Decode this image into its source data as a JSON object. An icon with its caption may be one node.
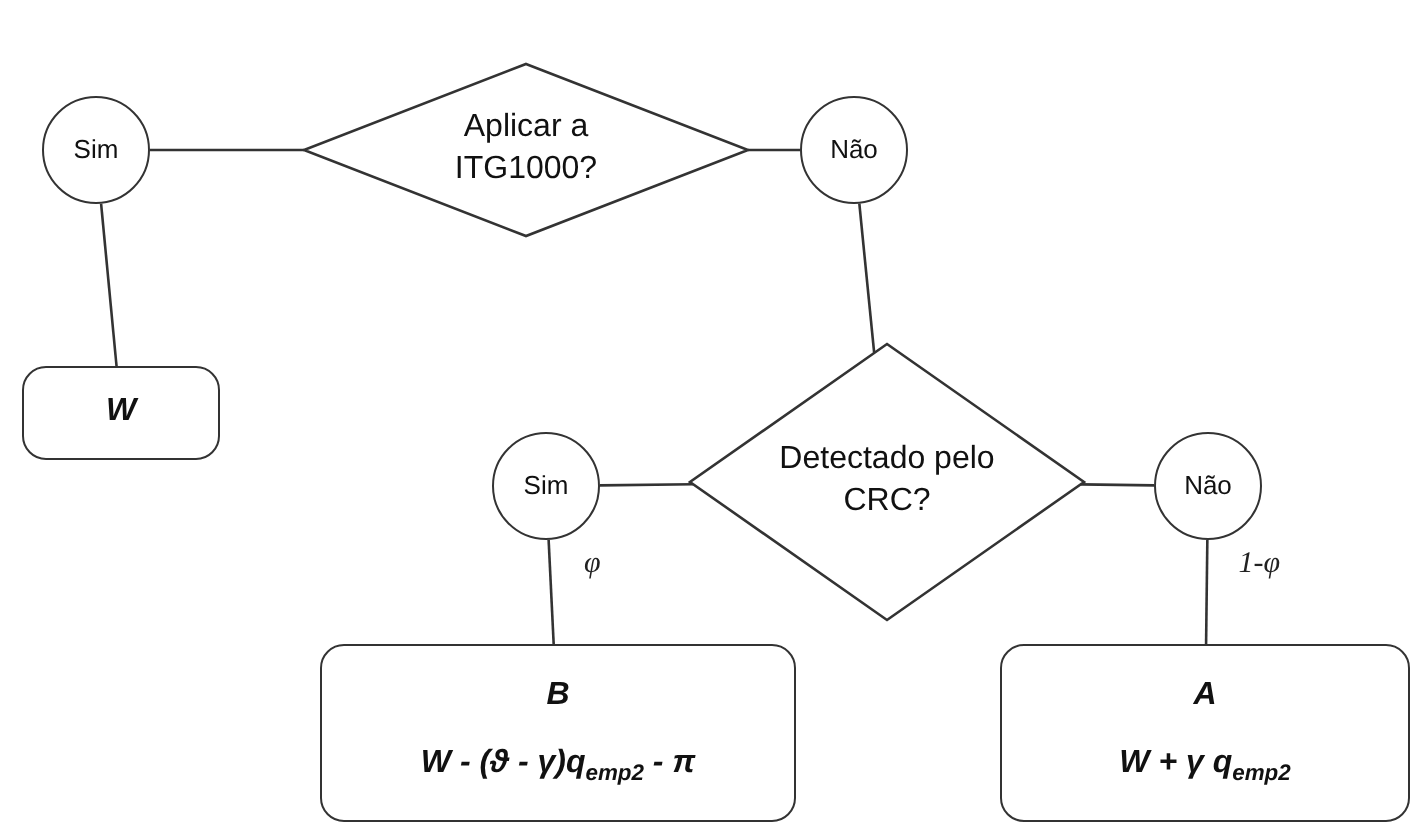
{
  "diagram": {
    "nodes": [
      {
        "text": [
          "Sim"
        ]
      },
      {
        "text": [
          "Aplicar a ITG1000?"
        ]
      },
      {
        "text": [
          "Não"
        ]
      },
      {
        "text": [
          "W"
        ]
      },
      {
        "text": [
          "Sim"
        ]
      },
      {
        "text": [
          "Detectado pelo CRC?"
        ]
      },
      {
        "text": [
          "Não"
        ]
      },
      {
        "text": [
          "B",
          "W - (ϑ - γ)q$_{emp2}$ - π"
        ]
      },
      {
        "text": [
          "A",
          "W + γ q$_{emp2}$"
        ]
      }
    ],
    "edges": [
      {
        "from": 1,
        "to": 0,
        "arrow": "none"
      },
      {
        "from": 1,
        "to": 2,
        "arrow": "none"
      },
      {
        "from": 0,
        "to": 3,
        "arrow": "none"
      },
      {
        "from": 2,
        "to": 5,
        "arrow": "none"
      },
      {
        "from": 5,
        "to": 4,
        "arrow": "none"
      },
      {
        "from": 5,
        "to": 6,
        "arrow": "none"
      },
      {
        "from": 4,
        "to": 7,
        "arrow": "none",
        "label": "φ"
      },
      {
        "from": 6,
        "to": 8,
        "arrow": "none",
        "label": "1-φ"
      }
    ]
  }
}
